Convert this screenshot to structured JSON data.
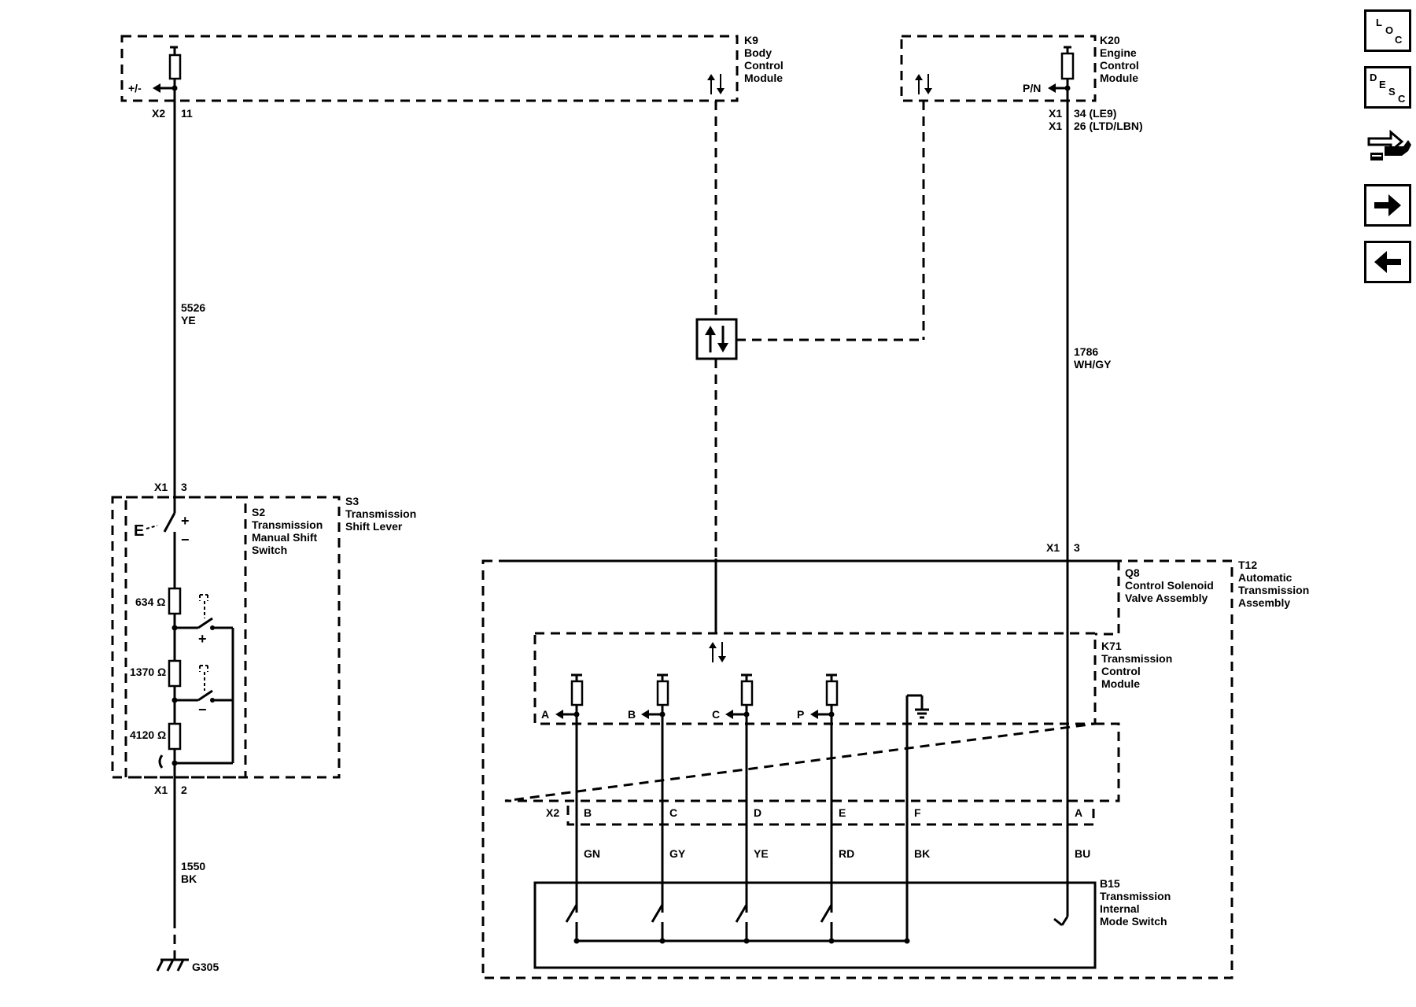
{
  "modules": {
    "k9": {
      "id": "K9",
      "line1": "Body",
      "line2": "Control",
      "line3": "Module"
    },
    "k20": {
      "id": "K20",
      "line1": "Engine",
      "line2": "Control",
      "line3": "Module"
    },
    "s2": {
      "id": "S2",
      "line1": "Transmission",
      "line2": "Manual Shift",
      "line3": "Switch"
    },
    "s3": {
      "id": "S3",
      "line1": "Transmission",
      "line2": "Shift Lever"
    },
    "q8": {
      "id": "Q8",
      "line1": "Control Solenoid",
      "line2": "Valve Assembly"
    },
    "t12": {
      "id": "T12",
      "line1": "Automatic",
      "line2": "Transmission",
      "line3": "Assembly"
    },
    "k71": {
      "id": "K71",
      "line1": "Transmission",
      "line2": "Control",
      "line3": "Module"
    },
    "b15": {
      "id": "B15",
      "line1": "Transmission",
      "line2": "Internal",
      "line3": "Mode Switch"
    }
  },
  "connectors": {
    "k9_conn": "X2",
    "k9_pin": "11",
    "k20_conn1": "X1",
    "k20_pin1": "34 (LE9)",
    "k20_conn2": "X1",
    "k20_pin2": "26 (LTD/LBN)",
    "s3_top_conn": "X1",
    "s3_top_pin": "3",
    "s3_bot_conn": "X1",
    "s3_bot_pin": "2",
    "t12_conn": "X1",
    "t12_pin": "3",
    "x2_conn": "X2",
    "x2_pins": [
      "B",
      "C",
      "D",
      "E",
      "F",
      "A"
    ]
  },
  "wires": {
    "w5526_num": "5526",
    "w5526_color": "YE",
    "w1786_num": "1786",
    "w1786_color": "WH/GY",
    "w1550_num": "1550",
    "w1550_color": "BK",
    "colors": [
      "GN",
      "GY",
      "YE",
      "RD",
      "BK",
      "BU"
    ]
  },
  "signals": {
    "k9_signal": "+/-",
    "k20_signal": "P/N",
    "k71_inputs": [
      "A",
      "B",
      "C",
      "P"
    ]
  },
  "resistors": {
    "r1": "634 Ω",
    "r2": "1370 Ω",
    "r3": "4120 Ω"
  },
  "switch_symbols": {
    "plus": "+",
    "minus": "−",
    "shift_icon": "E"
  },
  "ground": {
    "label": "G305"
  },
  "nav": {
    "loc": {
      "l": "L",
      "o": "O",
      "c": "C"
    },
    "desc": {
      "d": "D",
      "e": "E",
      "s": "S",
      "c": "C"
    },
    "icons": [
      "connector-end-view-icon",
      "forward-arrow-icon",
      "back-arrow-icon"
    ]
  }
}
